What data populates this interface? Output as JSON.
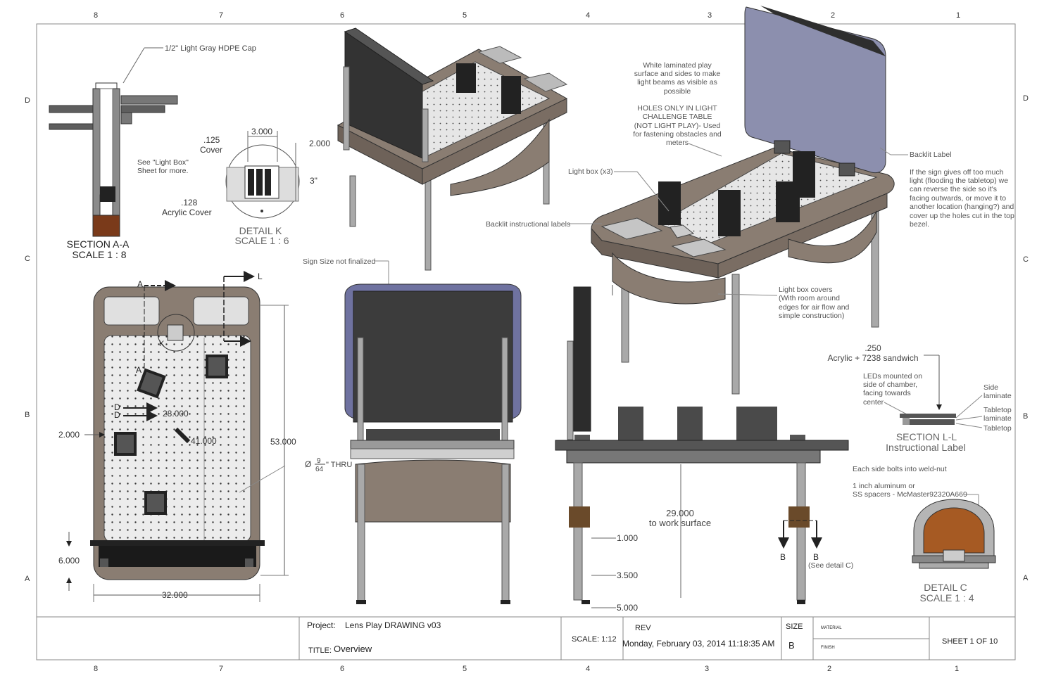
{
  "border": {
    "top_cols": [
      "8",
      "7",
      "6",
      "5",
      "4",
      "3",
      "2",
      "1"
    ],
    "bottom_cols": [
      "8",
      "7",
      "6",
      "5",
      "4",
      "3",
      "2",
      "1"
    ],
    "rows": [
      "D",
      "C",
      "B",
      "A"
    ]
  },
  "section_aa": {
    "cap_label": "1/2\" Light Gray HDPE Cap",
    "note_lines": [
      "See \"Light Box\"",
      "Sheet for more."
    ],
    "title": "SECTION A-A",
    "scale": "SCALE 1 : 8"
  },
  "detail_k": {
    "cover_dim": ".125",
    "cover_label": "Cover",
    "width_dim": "3.000",
    "right_dim": "2.000",
    "height_dim": "3\"",
    "acrylic_dim": ".128",
    "acrylic_label": "Acrylic Cover",
    "title": "DETAIL K",
    "scale": "SCALE 1 : 6"
  },
  "plan_view": {
    "label_a_top": "A",
    "label_a_mid": "A",
    "label_l": "L",
    "label_k": "K",
    "label_d1": "D",
    "label_d2": "D",
    "dim_28": "28.000",
    "dim_41": "41.000",
    "dim_2": "2.000",
    "dim_53": "53.000",
    "dim_6": "6.000",
    "dim_32": "32.000",
    "hole_prefix": "Ø",
    "hole_num": "9",
    "hole_den": "64",
    "hole_suffix": "\" THRU"
  },
  "iso_view": {
    "white_laminate_note": [
      "White laminated play",
      "surface and sides to make",
      "light beams as visible as",
      "possible"
    ],
    "holes_note": [
      "HOLES ONLY IN LIGHT",
      "CHALLENGE TABLE",
      "(NOT LIGHT PLAY)- Used",
      "for fastening obstacles and",
      "meters"
    ],
    "light_box_label": "Light box (x3)",
    "backlit_labels": "Backlit instructional labels",
    "backlit_label": "Backlit Label",
    "sign_note": [
      "If the sign gives off too much",
      "light (flooding the tabletop) we",
      "can reverse the side so it's",
      "facing outwards, or move it to",
      "another location (hanging?) and",
      "cover up the holes cut in the top",
      "bezel."
    ],
    "cover_note": [
      "Light box covers",
      "(With room around",
      "edges for air flow and",
      "simple construction)"
    ]
  },
  "front_view": {
    "sign_note": "Sign Size not finalized"
  },
  "side_view": {
    "height_dim": "29.000",
    "height_label": "to work surface",
    "dim_1": "1.000",
    "dim_35": "3.500",
    "dim_5": "5.000",
    "label_b1": "B",
    "label_b2": "B",
    "see_detail": "(See detail C)"
  },
  "section_ll": {
    "thickness": ".250",
    "sandwich": "Acrylic + 7238 sandwich",
    "leds_note": [
      "LEDs mounted on",
      "side of chamber,",
      "facing towards",
      "center"
    ],
    "side_laminate": [
      "Side",
      "laminate"
    ],
    "tabletop_laminate": [
      "Tabletop",
      "laminate"
    ],
    "tabletop": "Tabletop",
    "title": "SECTION L-L",
    "subtitle": "Instructional Label"
  },
  "detail_c": {
    "bolts_note": "Each side bolts into weld-nut",
    "spacer_note": [
      "1 inch aluminum or",
      "SS spacers - McMaster92320A669"
    ],
    "title": "DETAIL C",
    "scale": "SCALE 1 : 4"
  },
  "title_block": {
    "project_label": "Project:",
    "project_value": "Lens Play DRAWING v03",
    "title_label": "TITLE:",
    "title_value": "Overview",
    "scale": "SCALE: 1:12",
    "rev_label": "REV",
    "date": "Monday, February 03, 2014 11:18:35 AM",
    "size_label": "SIZE",
    "size_value": "B",
    "material_label": "MATERIAL",
    "finish_label": "FINISH",
    "sheet": "SHEET 1 OF 10"
  },
  "colors": {
    "table_wood": "#8a7d72",
    "table_dark": "#6e6259",
    "sign_dark": "#3c3c3c",
    "sign_frame": "#6f72a0",
    "sign_glass": "#8c8fae",
    "legs": "#a9a9a9",
    "tabletop_white": "#e9e9e9",
    "spacer_wood": "#a65a23"
  }
}
